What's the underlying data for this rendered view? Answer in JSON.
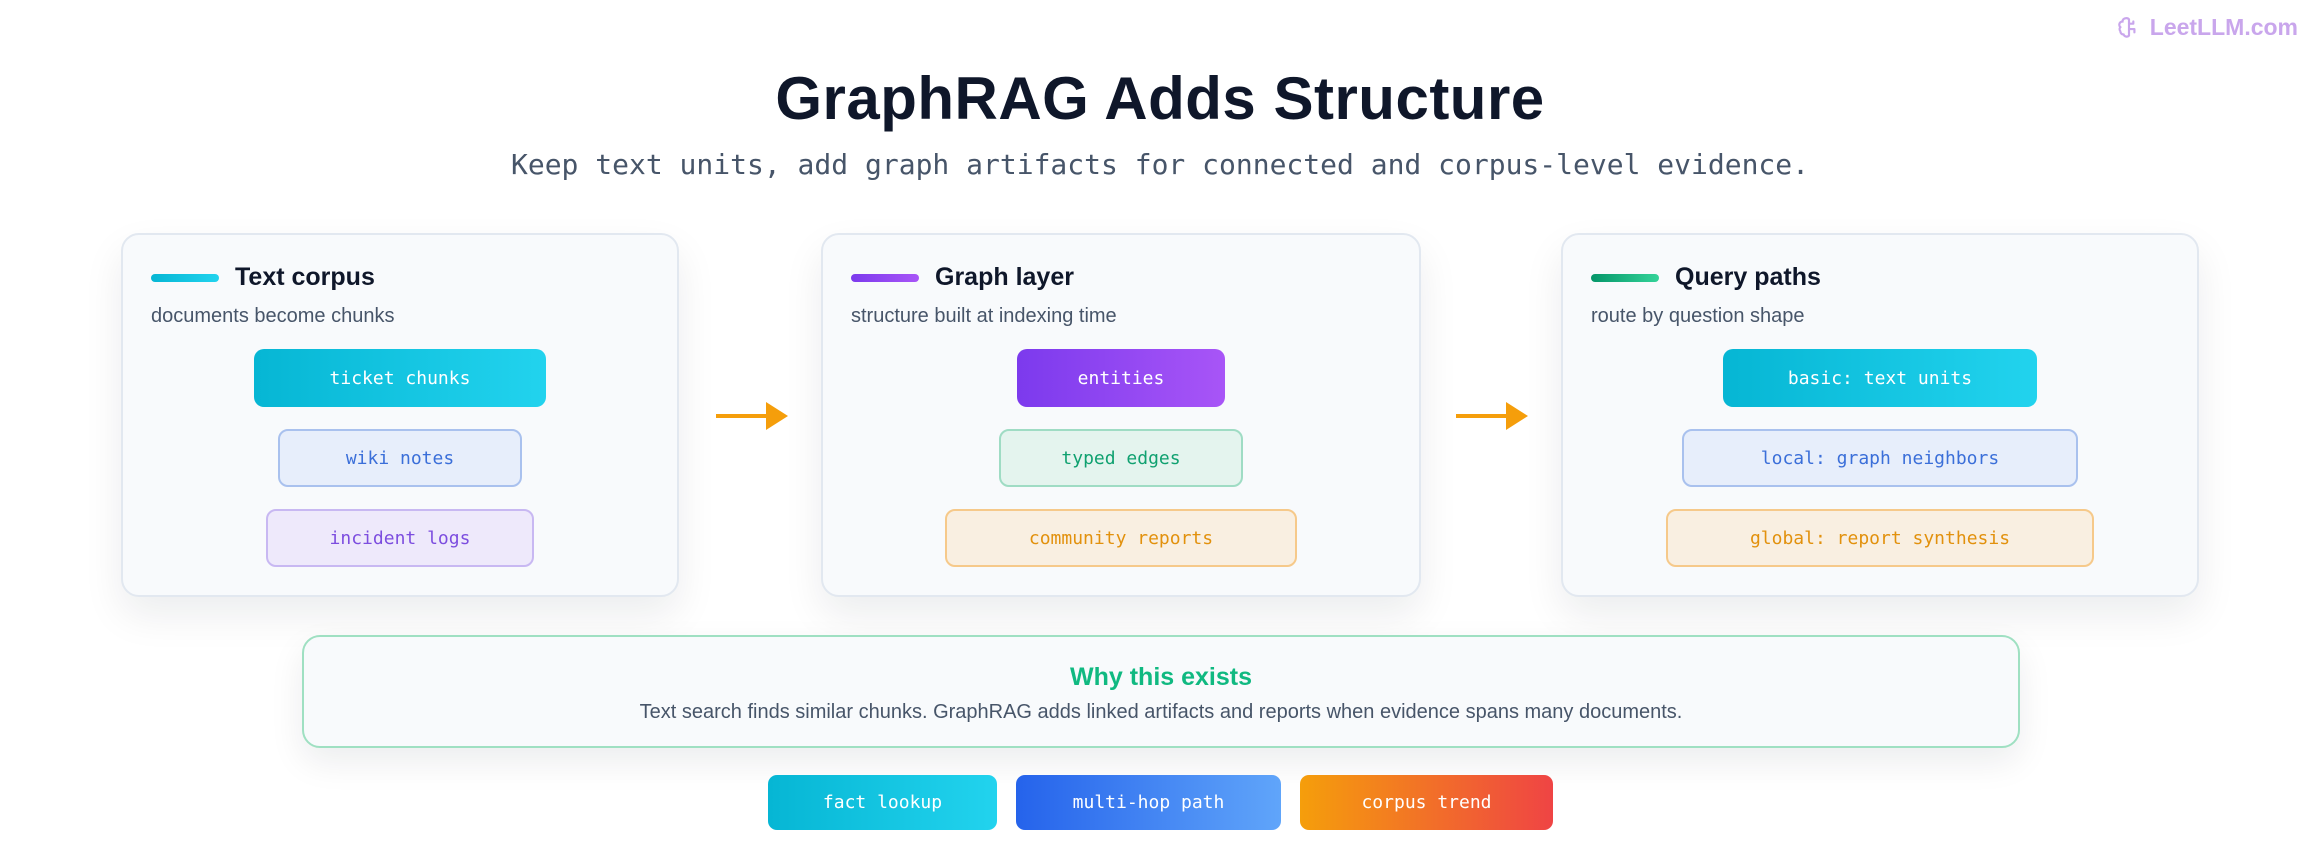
{
  "brand": {
    "text": "LeetLLM.com",
    "icon": "brain-icon",
    "color": "#c9a6ec"
  },
  "header": {
    "title": "GraphRAG Adds Structure",
    "subtitle": "Keep text units, add graph artifacts for connected and corpus-level evidence."
  },
  "cards": [
    {
      "title": "Text corpus",
      "subtitle": "documents become chunks",
      "accent": "#22c3e3",
      "chips": [
        "ticket chunks",
        "wiki notes",
        "incident logs"
      ]
    },
    {
      "title": "Graph layer",
      "subtitle": "structure built at indexing time",
      "accent": "#8b45e8",
      "chips": [
        "entities",
        "typed edges",
        "community reports"
      ]
    },
    {
      "title": "Query paths",
      "subtitle": "route by question shape",
      "accent": "#10a76a",
      "chips": [
        "basic: text units",
        "local: graph neighbors",
        "global: report synthesis"
      ]
    }
  ],
  "connector": {
    "icon": "arrow-right-icon",
    "color": "#f59e0b"
  },
  "why": {
    "title": "Why this exists",
    "text": "Text search finds similar chunks. GraphRAG adds linked artifacts and reports when evidence spans many documents."
  },
  "query_types": [
    "fact lookup",
    "multi-hop path",
    "corpus trend"
  ]
}
